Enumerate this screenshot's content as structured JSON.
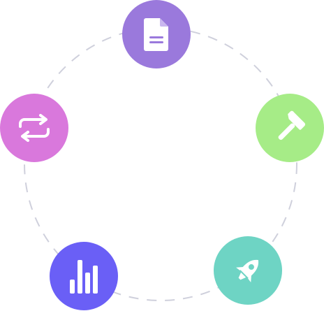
{
  "colors": {
    "ring_stroke": "#cfd0dc",
    "background": "#ffffff",
    "icon_fill": "#ffffff"
  },
  "nodes": [
    {
      "id": "doc",
      "icon": "document-icon",
      "color": "#9a79dc"
    },
    {
      "id": "hammer",
      "icon": "hammer-icon",
      "color": "#a6ec87"
    },
    {
      "id": "rocket",
      "icon": "rocket-icon",
      "color": "#6ed4c4"
    },
    {
      "id": "chart",
      "icon": "bar-chart-icon",
      "color": "#6a5ff6"
    },
    {
      "id": "cycle",
      "icon": "repeat-icon",
      "color": "#d978dc"
    }
  ]
}
